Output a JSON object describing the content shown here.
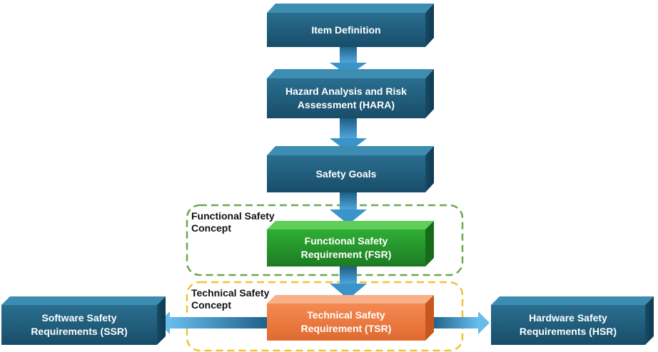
{
  "boxes": {
    "item_definition": {
      "label": "Item Definition"
    },
    "hara": {
      "label": "Hazard Analysis and Risk\nAssessment (HARA)"
    },
    "safety_goals": {
      "label": "Safety Goals"
    },
    "fsr": {
      "label": "Functional Safety\nRequirement (FSR)"
    },
    "tsr": {
      "label": "Technical Safety\nRequirement (TSR)"
    },
    "ssr": {
      "label": "Software Safety\nRequirements (SSR)"
    },
    "hsr": {
      "label": "Hardware Safety\nRequirements (HSR)"
    }
  },
  "regions": {
    "functional": {
      "label": "Functional Safety\nConcept"
    },
    "technical": {
      "label": "Technical Safety\nConcept"
    }
  },
  "colors": {
    "box_blue": "#1f5f7f",
    "box_green": "#2f9a32",
    "box_orange": "#ef7f45",
    "arrow_blue": "#2d7fb3",
    "region_green": "#6aa84f",
    "region_yellow": "#f1c232"
  }
}
